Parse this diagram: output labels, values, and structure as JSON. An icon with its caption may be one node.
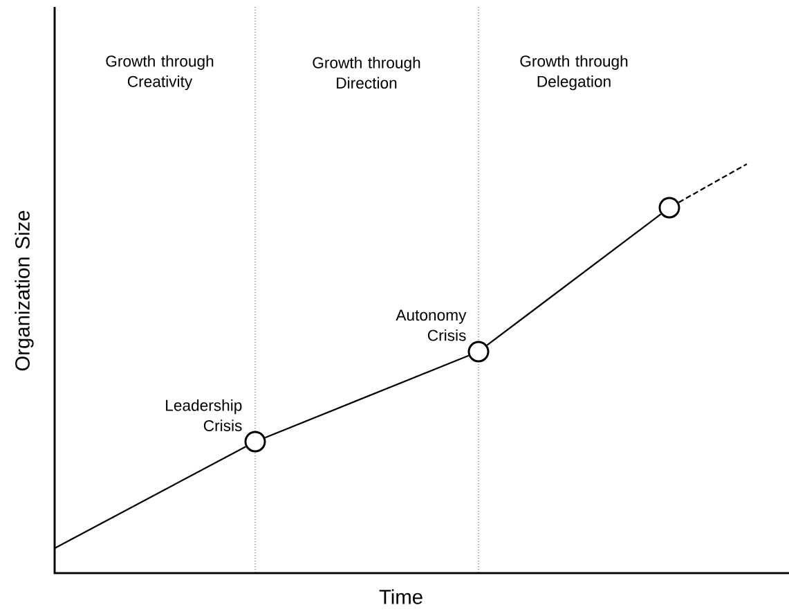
{
  "diagram": {
    "nodes": [
      {
        "text": [],
        "shape": "circle",
        "beside": [
          "Leadership Crisis"
        ]
      },
      {
        "text": [],
        "shape": "circle",
        "beside": [
          "Autonomy Crisis"
        ]
      },
      {
        "text": [],
        "shape": "circle"
      }
    ],
    "edges": [
      {
        "from": null,
        "to": 0,
        "arrow": "none"
      },
      {
        "from": 0,
        "to": 1,
        "arrow": "none"
      },
      {
        "from": 1,
        "to": 2,
        "arrow": "none"
      },
      {
        "from": 2,
        "to": null,
        "arrow": "none",
        "style": "dashed"
      }
    ],
    "labels": [
      "Growth through Creativity",
      "Growth through Direction",
      "Growth through Delegation",
      "Organization Size",
      "Time"
    ]
  }
}
